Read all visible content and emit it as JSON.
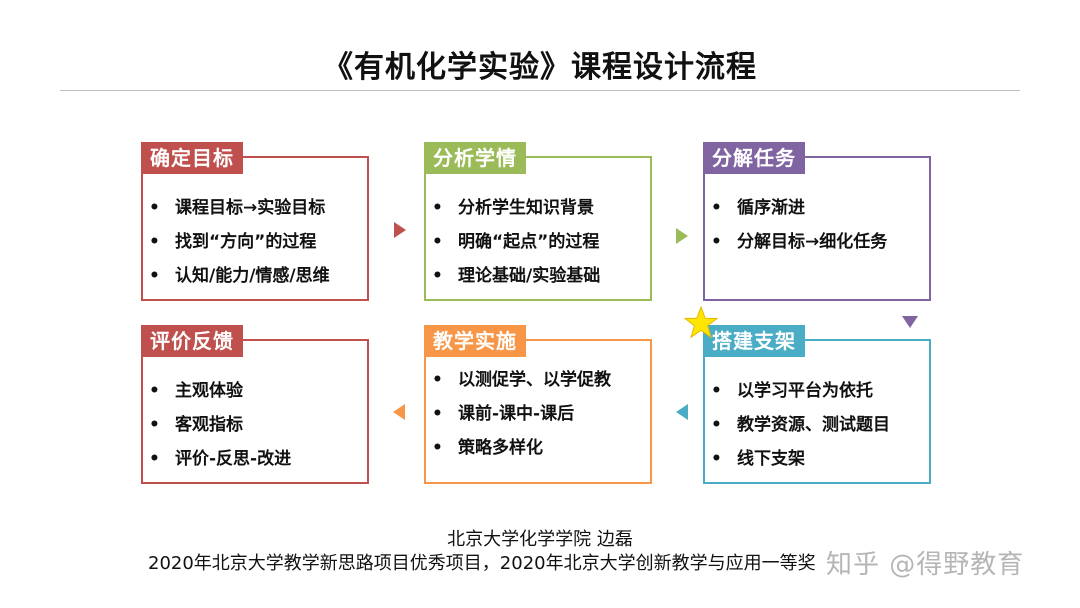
{
  "title": "《有机化学实验》课程设计流程",
  "bullet_symbol": "•",
  "cards": [
    {
      "id": "confirm-goal",
      "heading": "确定目标",
      "color": "#c0504d",
      "items": [
        "课程目标→实验目标",
        "找到“方向”的过程",
        "认知/能力/情感/思维"
      ]
    },
    {
      "id": "analyze-learning",
      "heading": "分析学情",
      "color": "#9bbb59",
      "items": [
        "分析学生知识背景",
        "明确“起点”的过程",
        "理论基础/实验基础"
      ]
    },
    {
      "id": "decompose-task",
      "heading": "分解任务",
      "color": "#8064a2",
      "items": [
        "循序渐进",
        "分解目标→细化任务"
      ]
    },
    {
      "id": "evaluate-feedback",
      "heading": "评价反馈",
      "color": "#c0504d",
      "items": [
        "主观体验",
        "客观指标",
        "评价-反思-改进"
      ]
    },
    {
      "id": "teaching-implementation",
      "heading": "教学实施",
      "color": "#f79646",
      "items": [
        "以测促学、以学促教",
        "课前-课中-课后",
        "策略多样化"
      ]
    },
    {
      "id": "build-scaffold",
      "heading": "搭建支架",
      "color": "#4bacc6",
      "items": [
        "以学习平台为依托",
        "教学资源、测试题目",
        "线下支架"
      ]
    }
  ],
  "arrow_colors": {
    "to_analyze": "#c0504d",
    "to_decompose": "#9bbb59",
    "to_scaffold": "#8064a2",
    "to_teaching": "#4bacc6",
    "to_evaluate": "#f79646"
  },
  "star_color": "#ffe600",
  "footer": {
    "line1": "北京大学化学学院 边磊",
    "line2": "2020年北京大学教学新思路项目优秀项目，2020年北京大学创新教学与应用一等奖"
  },
  "watermark": "知乎 @得野教育"
}
